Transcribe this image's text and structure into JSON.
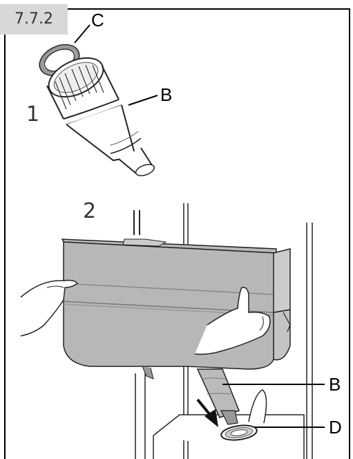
{
  "section": {
    "number": "7.7.2"
  },
  "steps": [
    {
      "number": "1"
    },
    {
      "number": "2"
    }
  ],
  "callouts": {
    "c": "C",
    "b_top": "B",
    "b_bottom": "B",
    "d": "D"
  }
}
